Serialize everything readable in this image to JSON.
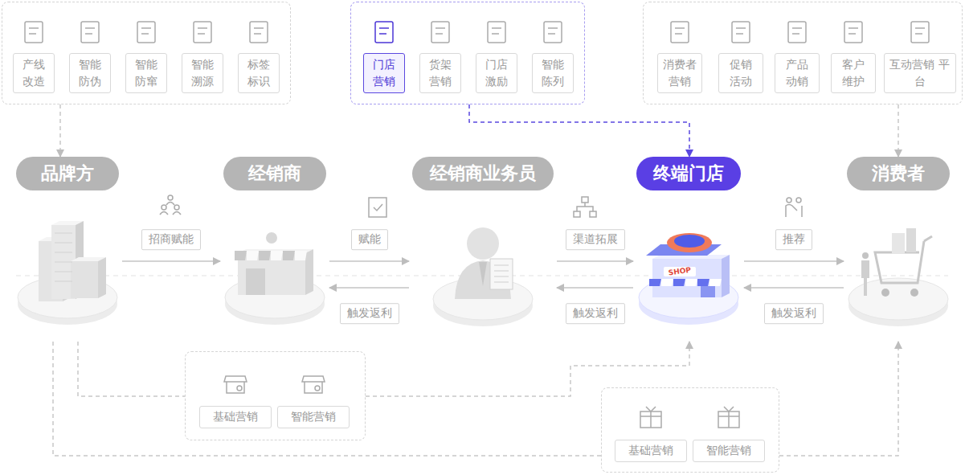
{
  "diagram": {
    "nodes": [
      {
        "text": []
      },
      {
        "text": [
          "产线 改造"
        ],
        "in": 0
      },
      {
        "text": [
          "智能 防伪"
        ],
        "in": 0
      },
      {
        "text": [
          "智能 防窜"
        ],
        "in": 0
      },
      {
        "text": [
          "智能 溯源"
        ],
        "in": 0
      },
      {
        "text": [
          "标签 标识"
        ],
        "in": 0
      },
      {
        "text": []
      },
      {
        "text": [
          "门店 营销"
        ],
        "in": 6
      },
      {
        "text": [
          "货架 营销"
        ],
        "in": 6
      },
      {
        "text": [
          "门店 激励"
        ],
        "in": 6
      },
      {
        "text": [
          "智能 陈列"
        ],
        "in": 6
      },
      {
        "text": []
      },
      {
        "text": [
          "消费者 营销"
        ],
        "in": 11
      },
      {
        "text": [
          "促销 活动"
        ],
        "in": 11
      },
      {
        "text": [
          "产品 动销"
        ],
        "in": 11
      },
      {
        "text": [
          "客户 维护"
        ],
        "in": 11
      },
      {
        "text": [
          "互动营销 平台"
        ],
        "in": 11
      },
      {
        "text": [
          "品牌方"
        ]
      },
      {
        "text": [
          "经销商"
        ]
      },
      {
        "text": [
          "经销商业务员"
        ]
      },
      {
        "text": [
          "终端门店"
        ]
      },
      {
        "text": [
          "消费者"
        ]
      },
      {
        "text": []
      },
      {
        "text": [
          "基础营销"
        ],
        "in": 22
      },
      {
        "text": [
          "智能营销"
        ],
        "in": 22
      },
      {
        "text": []
      },
      {
        "text": [
          "基础营销"
        ],
        "in": 25
      },
      {
        "text": [
          "智能营销"
        ],
        "in": 25
      }
    ],
    "edges": [
      {
        "from": 0,
        "to": 17,
        "arrow": "to"
      },
      {
        "from": 6,
        "to": 20,
        "arrow": "to"
      },
      {
        "from": 11,
        "to": 21,
        "arrow": "to"
      },
      {
        "from": 17,
        "to": 18,
        "label": "招商赋能",
        "arrow": "to"
      },
      {
        "from": 18,
        "to": 19,
        "label": "赋能",
        "arrow": "to"
      },
      {
        "from": 19,
        "to": 20,
        "label": "渠道拓展",
        "arrow": "to"
      },
      {
        "from": 20,
        "to": 21,
        "label": "推荐",
        "arrow": "to"
      },
      {
        "from": 19,
        "to": 18,
        "label": "触发返利",
        "arrow": "to"
      },
      {
        "from": 20,
        "to": 19,
        "label": "触发返利",
        "arrow": "to"
      },
      {
        "from": 21,
        "to": 20,
        "label": "触发返利",
        "arrow": "to"
      },
      {
        "from": 17,
        "to": 22,
        "arrow": "none"
      },
      {
        "from": 22,
        "to": 20,
        "arrow": "to"
      },
      {
        "from": 17,
        "to": 25,
        "arrow": "none"
      },
      {
        "from": 25,
        "to": 21,
        "arrow": "to"
      }
    ],
    "labels": [
      "SHOP"
    ]
  }
}
